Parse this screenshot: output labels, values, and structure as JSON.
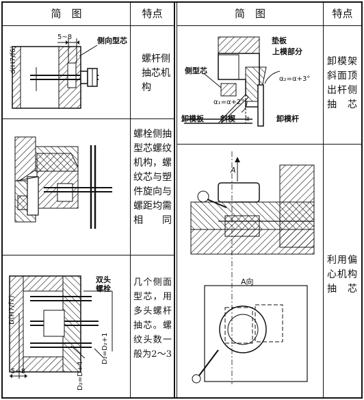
{
  "header": {
    "left_sketch": "简　图",
    "left_feature": "特点",
    "right_sketch": "简　图",
    "right_feature": "特点"
  },
  "rows": [
    {
      "feature": "螺杆侧抽芯机构",
      "labels": {
        "side_core": "侧向型芯",
        "dim": "5~8",
        "fit": "d(H7/f6)"
      }
    },
    {
      "feature": "螺栓侧抽型芯螺纹机构，螺纹芯与塑件旋向与螺距均需相同"
    },
    {
      "feature": "几个侧面型芯，用多头螺杆抽芯。螺纹头数一般为2～3",
      "labels": {
        "double_bolt": "双头",
        "double_bolt2": "螺栓",
        "fit": "D(H7/f7)",
        "d2a": "D₂=D+4",
        "d2b": "D₂=D₂+1",
        "dim": "5~8"
      }
    },
    {
      "feature": "卸模架斜面顶出杆侧抽芯",
      "labels": {
        "pad": "垫板",
        "upper": "上模部分",
        "core": "侧型芯",
        "a2": "α₂=α+3°",
        "a1": "α₁=α+2°",
        "plate": "卸模板",
        "wedge": "斜楔",
        "alpha": "α",
        "rod": "卸模杆"
      }
    },
    {
      "feature": "利用偏心机构抽芯",
      "labels": {
        "a_arrow": "A",
        "a_view": "A向"
      }
    }
  ]
}
